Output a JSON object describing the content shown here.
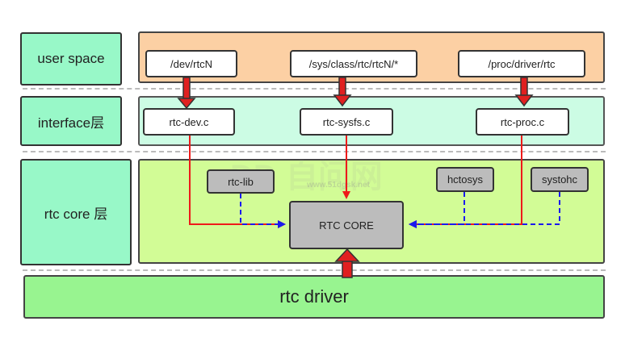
{
  "layers": {
    "user_space": "user space",
    "interface": "interface层",
    "rtc_core": "rtc core 层"
  },
  "user_space_nodes": {
    "dev": "/dev/rtcN",
    "sys": "/sys/class/rtc/rtcN/*",
    "proc": "/proc/driver/rtc"
  },
  "interface_nodes": {
    "dev_c": "rtc-dev.c",
    "sysfs_c": "rtc-sysfs.c",
    "proc_c": "rtc-proc.c"
  },
  "core_nodes": {
    "lib": "rtc-lib",
    "hctosys": "hctosys",
    "systohc": "systohc",
    "core": "RTC CORE"
  },
  "driver": {
    "label": "rtc driver"
  },
  "watermark": {
    "text": "www.51dgsk.net"
  },
  "colors": {
    "user_panel": "#fcd0a4",
    "interface_panel": "#ccfce4",
    "core_panel": "#d2fc96",
    "driver_panel": "#98f490",
    "label_boxes": "#98f8c8",
    "red_arrow": "#ee1a1a",
    "blue_dashed": "#1a1aee"
  }
}
